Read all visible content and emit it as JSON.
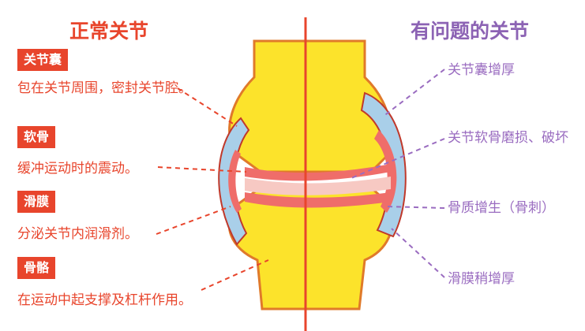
{
  "colors": {
    "bone": "#fce32b",
    "capsule_blue": "#a9cfe9",
    "cartilage": "#ef6d6a",
    "cavity_pink": "#f7c9c3",
    "divider": "#e8452c",
    "left_text": "#e8452c",
    "right_text": "#9a6cc0"
  },
  "left": {
    "title": "正常关节",
    "items": [
      {
        "tag": "关节囊",
        "desc": "包在关节周围，密封关节腔。"
      },
      {
        "tag": "软骨",
        "desc": "缓冲运动时的震动。"
      },
      {
        "tag": "滑膜",
        "desc": "分泌关节内润滑剂。"
      },
      {
        "tag": "骨骼",
        "desc": "在运动中起支撑及杠杆作用。"
      }
    ]
  },
  "right": {
    "title": "有问题的关节",
    "labels": [
      "关节囊增厚",
      "关节软骨磨损、破坏",
      "骨质增生（骨刺）",
      "滑膜稍增厚"
    ]
  }
}
